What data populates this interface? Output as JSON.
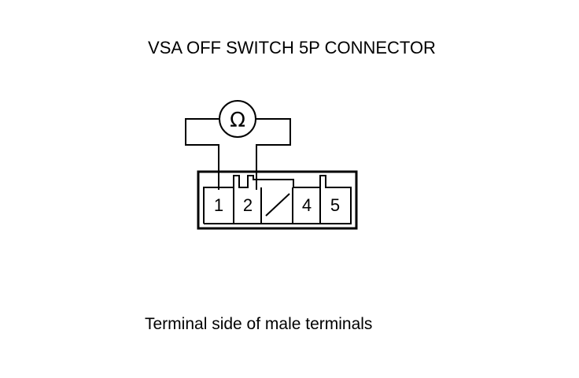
{
  "title": "VSA OFF SWITCH 5P CONNECTOR",
  "caption": "Terminal side of male terminals",
  "meter_symbol": "Ω",
  "terminals": [
    {
      "label": "1"
    },
    {
      "label": "2"
    },
    {
      "label": ""
    },
    {
      "label": "4"
    },
    {
      "label": "5"
    }
  ],
  "colors": {
    "line": "#000000",
    "background": "#ffffff"
  }
}
